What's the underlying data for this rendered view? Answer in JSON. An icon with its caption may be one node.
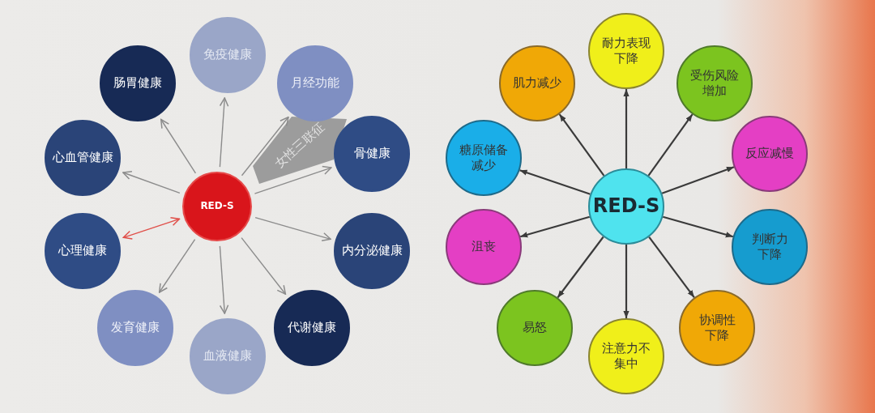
{
  "diagram": {
    "nodes": [
      {
        "text": [
          "RED-S"
        ]
      },
      {
        "text": [
          "免疫健康"
        ]
      },
      {
        "text": [
          "月经功能"
        ]
      },
      {
        "text": [
          "骨健康"
        ]
      },
      {
        "text": [
          "内分泌健康"
        ]
      },
      {
        "text": [
          "代谢健康"
        ]
      },
      {
        "text": [
          "血液健康"
        ]
      },
      {
        "text": [
          "发育健康"
        ]
      },
      {
        "text": [
          "心理健康"
        ]
      },
      {
        "text": [
          "心血管健康"
        ]
      },
      {
        "text": [
          "肠胃健康"
        ]
      },
      {
        "text": [
          "女性三联征"
        ]
      },
      {
        "text": [
          "RED-S"
        ]
      },
      {
        "text": [
          "耐力表现下降"
        ]
      },
      {
        "text": [
          "受伤风险增加"
        ]
      },
      {
        "text": [
          "反应减慢"
        ]
      },
      {
        "text": [
          "判断力下降"
        ]
      },
      {
        "text": [
          "协调性下降"
        ]
      },
      {
        "text": [
          "注意力不集中"
        ]
      },
      {
        "text": [
          "易怒"
        ]
      },
      {
        "text": [
          "沮丧"
        ]
      },
      {
        "text": [
          "糖原储备减少"
        ]
      },
      {
        "text": [
          "肌力减少"
        ]
      }
    ],
    "edges": [
      {
        "from": 0,
        "to": 1,
        "arrow": "to",
        "color": "#8c8c8c"
      },
      {
        "from": 0,
        "to": 2,
        "arrow": "to",
        "color": "#8c8c8c"
      },
      {
        "from": 0,
        "to": 3,
        "arrow": "to",
        "color": "#8c8c8c"
      },
      {
        "from": 0,
        "to": 4,
        "arrow": "to",
        "color": "#8c8c8c"
      },
      {
        "from": 0,
        "to": 5,
        "arrow": "to",
        "color": "#8c8c8c"
      },
      {
        "from": 0,
        "to": 6,
        "arrow": "to",
        "color": "#8c8c8c"
      },
      {
        "from": 0,
        "to": 7,
        "arrow": "to",
        "color": "#8c8c8c"
      },
      {
        "from": 0,
        "to": 8,
        "arrow": "both",
        "color": "#e0504a"
      },
      {
        "from": 0,
        "to": 9,
        "arrow": "to",
        "color": "#8c8c8c"
      },
      {
        "from": 0,
        "to": 10,
        "arrow": "to",
        "color": "#8c8c8c"
      },
      {
        "from": 12,
        "to": 13,
        "arrow": "to"
      },
      {
        "from": 12,
        "to": 14,
        "arrow": "to"
      },
      {
        "from": 12,
        "to": 15,
        "arrow": "to"
      },
      {
        "from": 12,
        "to": 16,
        "arrow": "to"
      },
      {
        "from": 12,
        "to": 17,
        "arrow": "to"
      },
      {
        "from": 12,
        "to": 18,
        "arrow": "to"
      },
      {
        "from": 12,
        "to": 19,
        "arrow": "to"
      },
      {
        "from": 12,
        "to": 20,
        "arrow": "to"
      },
      {
        "from": 12,
        "to": 21,
        "arrow": "to"
      },
      {
        "from": 12,
        "to": 22,
        "arrow": "to"
      }
    ]
  }
}
